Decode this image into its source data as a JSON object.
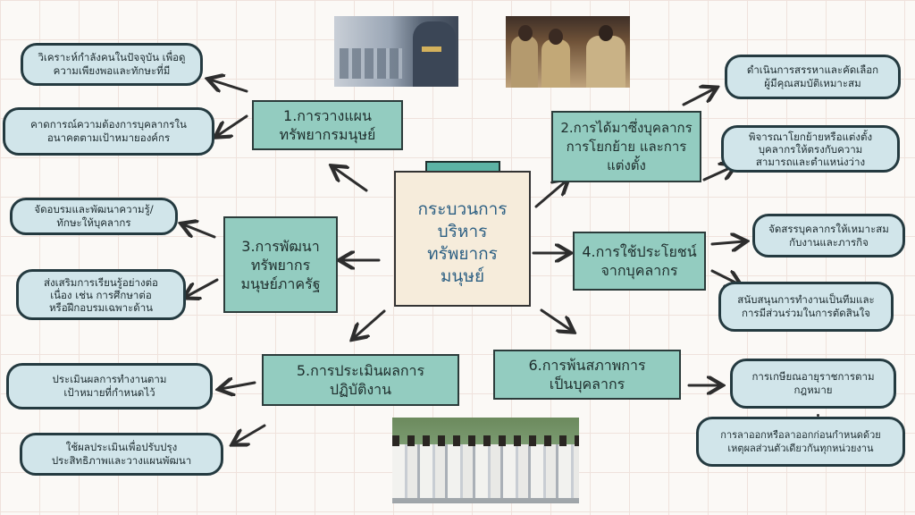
{
  "center": {
    "title": "กระบวนการ\nบริหาร\nทรัพยากร\nมนุษย์"
  },
  "steps": [
    {
      "label": "1.การวางแผน\nทรัพยากรมนุษย์",
      "details": [
        "วิเคราะห์กำลังคนในปัจจุบัน เพื่อดู\nความเพียงพอและทักษะที่มี",
        "คาดการณ์ความต้องการบุคลากรใน\nอนาคตตามเป้าหมายองค์กร"
      ]
    },
    {
      "label": "2.การได้มาซึ่งบุคลากร\nการโยกย้าย และการ\nแต่งตั้ง",
      "details": [
        "ดำเนินการสรรหาและคัดเลือก\nผู้มีคุณสมบัติเหมาะสม",
        "พิจารณาโยกย้ายหรือแต่งตั้ง\nบุคลากรให้ตรงกับความ\nสามารถและตำแหน่งว่าง"
      ]
    },
    {
      "label": "3.การพัฒนา\nทรัพยากร\nมนุษย์ภาครัฐ",
      "details": [
        "จัดอบรมและพัฒนาความรู้/\nทักษะให้บุคลากร",
        "ส่งเสริมการเรียนรู้อย่างต่อ\nเนื่อง เช่น การศึกษาต่อ\nหรือฝึกอบรมเฉพาะด้าน"
      ]
    },
    {
      "label": "4.การใช้ประโยชน์\nจากบุคลากร",
      "details": [
        "จัดสรรบุคลากรให้เหมาะสม\nกับงานและภารกิจ",
        "สนับสนุนการทำงานเป็นทีมและ\nการมีส่วนร่วมในการตัดสินใจ"
      ]
    },
    {
      "label": "5.การประเมินผลการ\nปฏิบัติงาน",
      "details": [
        "ประเมินผลการทำงานตาม\nเป้าหมายที่กำหนดไว้",
        "ใช้ผลประเมินเพื่อปรับปรุง\nประสิทธิภาพและวางแผนพัฒนา"
      ]
    },
    {
      "label": "6.การพ้นสภาพการ\nเป็นบุคลากร",
      "details": [
        "การเกษียณอายุราชการตาม\nกฎหมาย",
        "การลาออกหรือลาออกก่อนกำหนดด้วย\nเหตุผลส่วนตัวเดียวกันทุกหน่วยงาน"
      ]
    }
  ],
  "colors": {
    "main_node": "#93ccc0",
    "detail_node": "#d1e5ea",
    "center_text": "#2c5f83",
    "center_fill": "#f6ecdb",
    "clip": "#5cb3a5",
    "arrow": "#2d2d2d"
  },
  "photos": [
    "officers-seated-photo",
    "officers-greeting-photo",
    "officers-group-white-uniform-photo"
  ]
}
